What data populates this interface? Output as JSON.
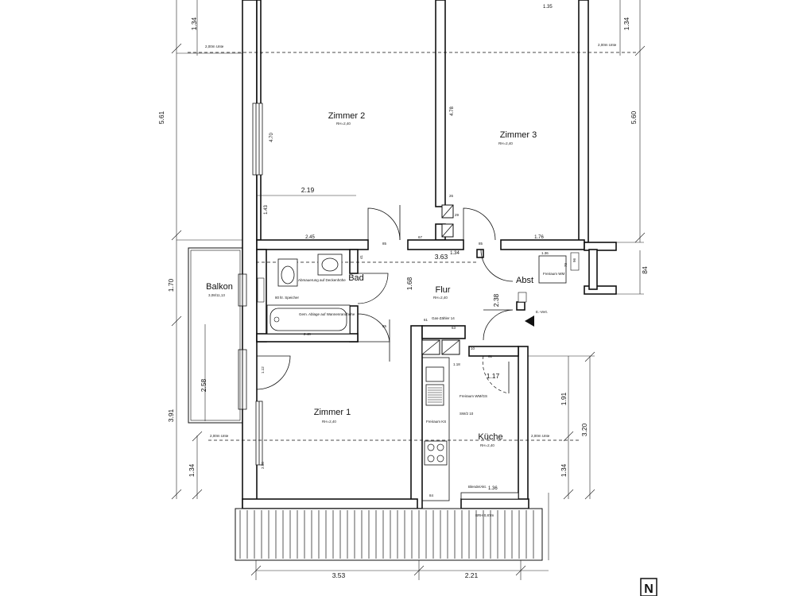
{
  "rooms": {
    "zimmer2": {
      "name": "Zimmer 2",
      "sub": "RH=2,40"
    },
    "zimmer3": {
      "name": "Zimmer 3",
      "sub": "RH=2,40"
    },
    "zimmer1": {
      "name": "Zimmer 1",
      "sub": "RH=2,40"
    },
    "flur": {
      "name": "Flur",
      "sub": "RH=2,40"
    },
    "bad": {
      "name": "Bad"
    },
    "abst": {
      "name": "Abst"
    },
    "kueche": {
      "name": "Küche",
      "sub": "RH=2,40"
    },
    "balkon": {
      "name": "Balkon",
      "sub": "3,08/11,13"
    }
  },
  "dimensions": {
    "top_left_134": "1.34",
    "top_right_134": "1.34",
    "top_135": "1.35",
    "left_561": "5.61",
    "right_560": "5.60",
    "z2_inner_470": "4.70",
    "z3_inner_478": "4.78",
    "w_219": "2.19",
    "w_245": "2.45",
    "h_143": "1.43",
    "w_176": "1.76",
    "w_363": "3.63",
    "w_134_flur": "1.34",
    "h_168": "1.68",
    "h_238": "2.38",
    "w_117": "1.17",
    "left_170": "1.70",
    "left_258": "2.58",
    "left_391": "3.91",
    "left_134_b": "1.34",
    "right_191": "1.91",
    "right_320": "3.20",
    "right_134_b": "1.34",
    "right_84": "84",
    "bottom_353": "3.53",
    "bottom_221": "2.21",
    "w_248": "2.48",
    "w_136": "1.36",
    "w_136_kueche": "1.36",
    "d_85a": "85",
    "d_67": "67",
    "d_85b": "85",
    "d_85c": "85",
    "d_26": "26",
    "d_29": "29",
    "d_63": "63",
    "d_61": "61",
    "d_118": "1.18",
    "d_112": "1.12",
    "d_200": "2.00",
    "d_10": "10",
    "d_61b": "61"
  },
  "notes": {
    "unterzug_a": "2,00m Unte",
    "unterzug_b": "2,00m Unte",
    "unterzug_c": "2,00m Unte",
    "unterzug_d": "2,00m Unte",
    "abmauerung": "Abmauerung auf Deckenhöhe",
    "speicher": "80 ltr. Speicher",
    "ablage": "Gem. Ablage auf Wannenrandhöhe",
    "gaszaehler": "Gas-Zähler 14",
    "freiraum_abst": "Freiraum WM",
    "freiraum_kueche": "Freiraum KS",
    "freiraum_kueche2": "Freiraum WM/GS",
    "elvert": "E.-Vert.",
    "blende": "Blende/Akt.",
    "bodenbelag": "BRH 0,87m",
    "sw10": "SW/2 10",
    "b_41": "41",
    "b_79": "79",
    "b_84": "84",
    "b_96": "96"
  },
  "north_label": "N"
}
